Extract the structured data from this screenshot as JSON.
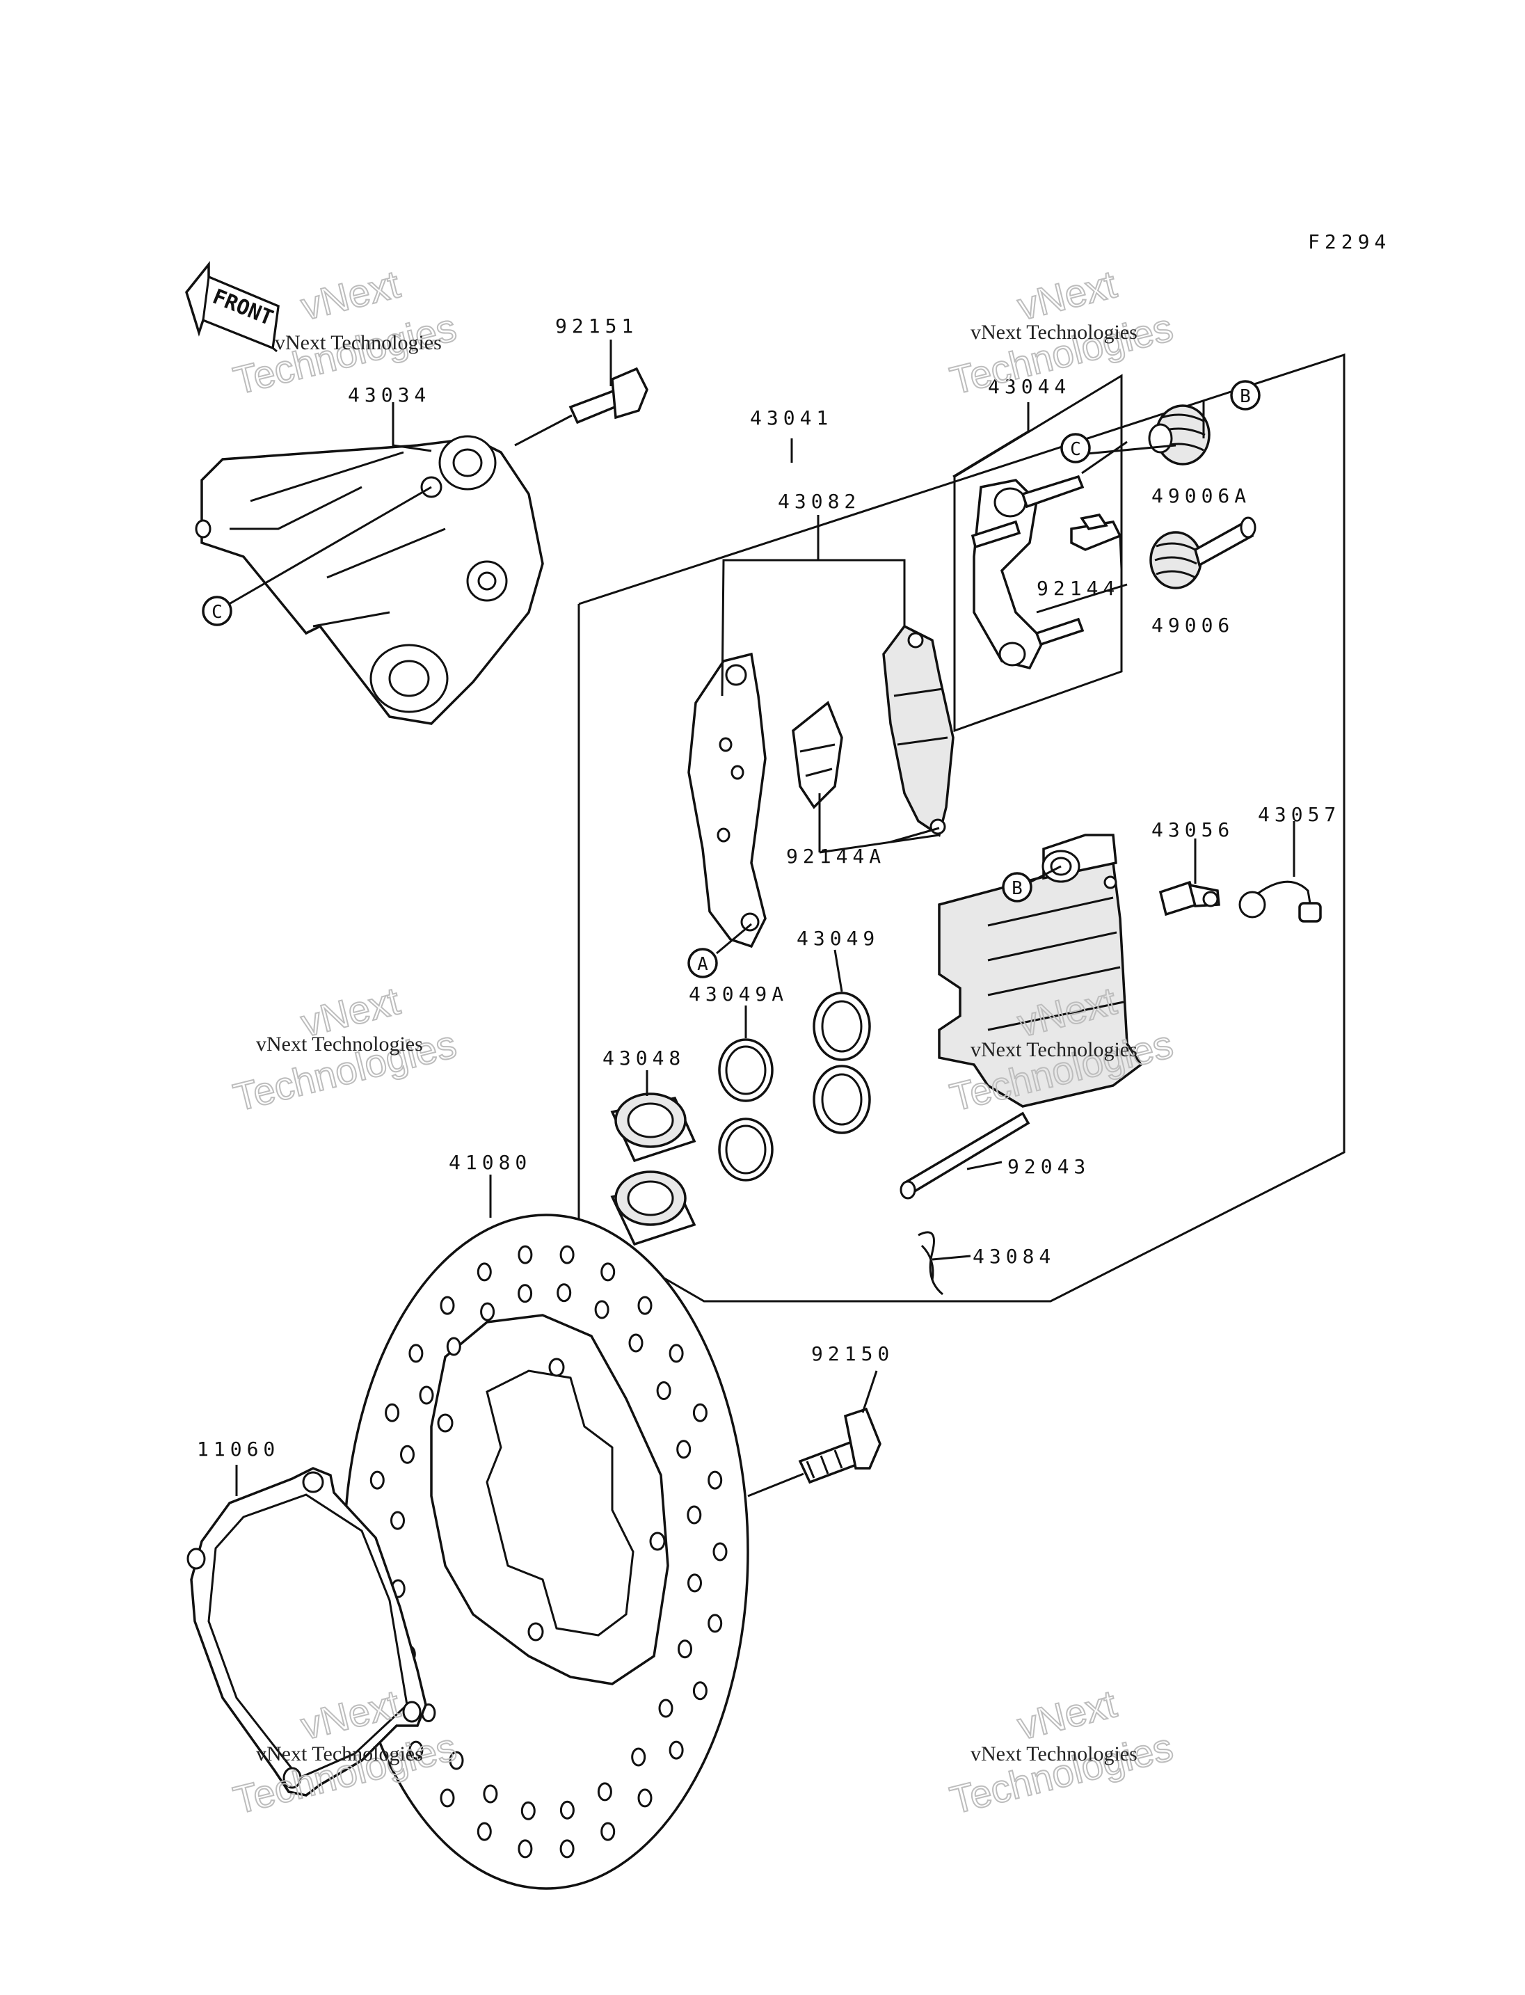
{
  "figure_code": "F2294",
  "front_arrow_label": "FRONT",
  "watermark": {
    "line1": "vNext Technologies",
    "line2": "vNext",
    "line3": "Technologies"
  },
  "callouts": {
    "a": "A",
    "b": "B",
    "c": "C"
  },
  "parts": [
    "92151",
    "43034",
    "43041",
    "43044",
    "43082",
    "49006A",
    "92144",
    "49006",
    "92144A",
    "43056",
    "43057",
    "43049",
    "43049A",
    "43048",
    "92043",
    "43084",
    "41080",
    "92150",
    "11060"
  ]
}
